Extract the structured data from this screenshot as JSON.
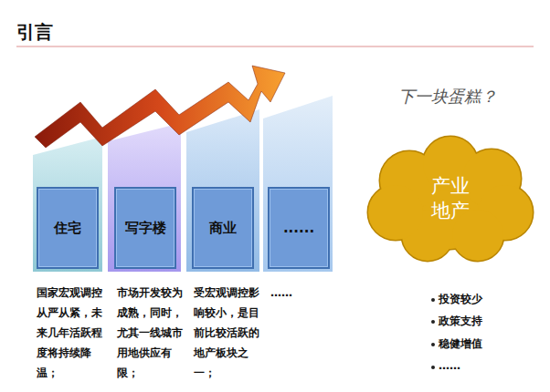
{
  "diagram": {
    "title": "引言",
    "nodes": [
      {
        "text": [
          "住宅"
        ]
      },
      {
        "text": [
          "写字楼"
        ]
      },
      {
        "text": [
          "商业"
        ]
      },
      {
        "text": [
          "......"
        ]
      },
      {
        "text": [
          "产业地产"
        ]
      }
    ],
    "labels": [
      "下一块蛋糕？",
      "国家宏观调控从严从紧，未来几年活跃程度将持续降温；",
      "市场开发较为成熟，同时，尤其一线城市用地供应有限；",
      "受宏观调控影响较小，是目前比较活跃的地产板块之一；",
      "……",
      "投资较少",
      "政策支持",
      "稳健增值",
      "……"
    ]
  }
}
